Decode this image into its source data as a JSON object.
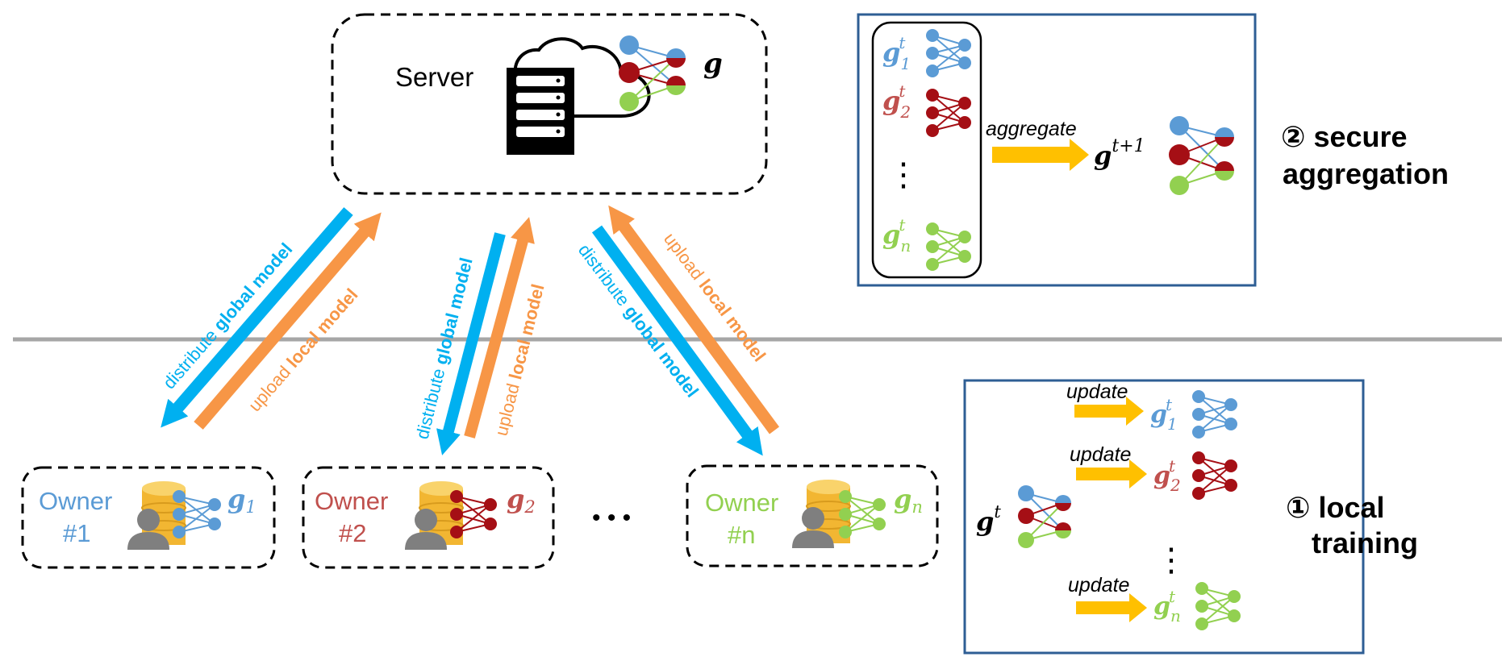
{
  "server": {
    "label": "Server",
    "model_symbol": "g"
  },
  "owners": [
    {
      "label_line1": "Owner",
      "label_line2": "#1",
      "model_symbol": "g",
      "model_sub": "1",
      "color": "#5b9bd5"
    },
    {
      "label_line1": "Owner",
      "label_line2": "#2",
      "model_symbol": "g",
      "model_sub": "2",
      "color": "#c0504d"
    },
    {
      "label_line1": "Owner",
      "label_line2": "#n",
      "model_symbol": "g",
      "model_sub": "n",
      "color": "#92d050"
    }
  ],
  "ellipsis": "• • •",
  "flows": [
    {
      "down_prefix": "distribute ",
      "down_bold": "global model",
      "up_prefix": "upload ",
      "up_bold": "local model"
    },
    {
      "down_prefix": "distribute ",
      "down_bold": "global model",
      "up_prefix": "upload ",
      "up_bold": "local model"
    },
    {
      "down_prefix": "distribute ",
      "down_bold": "global model",
      "up_prefix": "upload ",
      "up_bold": "local model"
    }
  ],
  "secure_aggregation": {
    "step": "② secure",
    "step_line2": "aggregation",
    "arrow_label": "aggregate",
    "inputs": [
      {
        "symbol": "g",
        "sub": "2",
        "sup": "t",
        "color": "#c0504d"
      },
      {
        "symbol": "g",
        "sub": "1",
        "sup": "t",
        "color": "#5b9bd5"
      },
      {
        "symbol": "g",
        "sub": "n",
        "sup": "t",
        "color": "#92d050"
      }
    ],
    "dots": "⋮",
    "output": {
      "symbol": "g",
      "sup": "t+1"
    }
  },
  "local_training": {
    "step": "① local",
    "step_line2": "training",
    "input": {
      "symbol": "g",
      "sup": "t"
    },
    "arrow_label": "update",
    "outputs": [
      {
        "symbol": "g",
        "sub": "1",
        "sup": "t",
        "color": "#5b9bd5"
      },
      {
        "symbol": "g",
        "sub": "2",
        "sup": "t",
        "color": "#c0504d"
      },
      {
        "symbol": "g",
        "sub": "n",
        "sup": "t",
        "color": "#92d050"
      }
    ],
    "dots": "⋮"
  },
  "colors": {
    "blue_node": "#5b9bd5",
    "red_node": "#a50f15",
    "green_node": "#92d050",
    "distribute_arrow": "#00b0f0",
    "upload_arrow": "#f79646",
    "box_border": "#2e5e94",
    "yellow_arrow": "#ffc000",
    "divider": "#a6a6a6"
  }
}
